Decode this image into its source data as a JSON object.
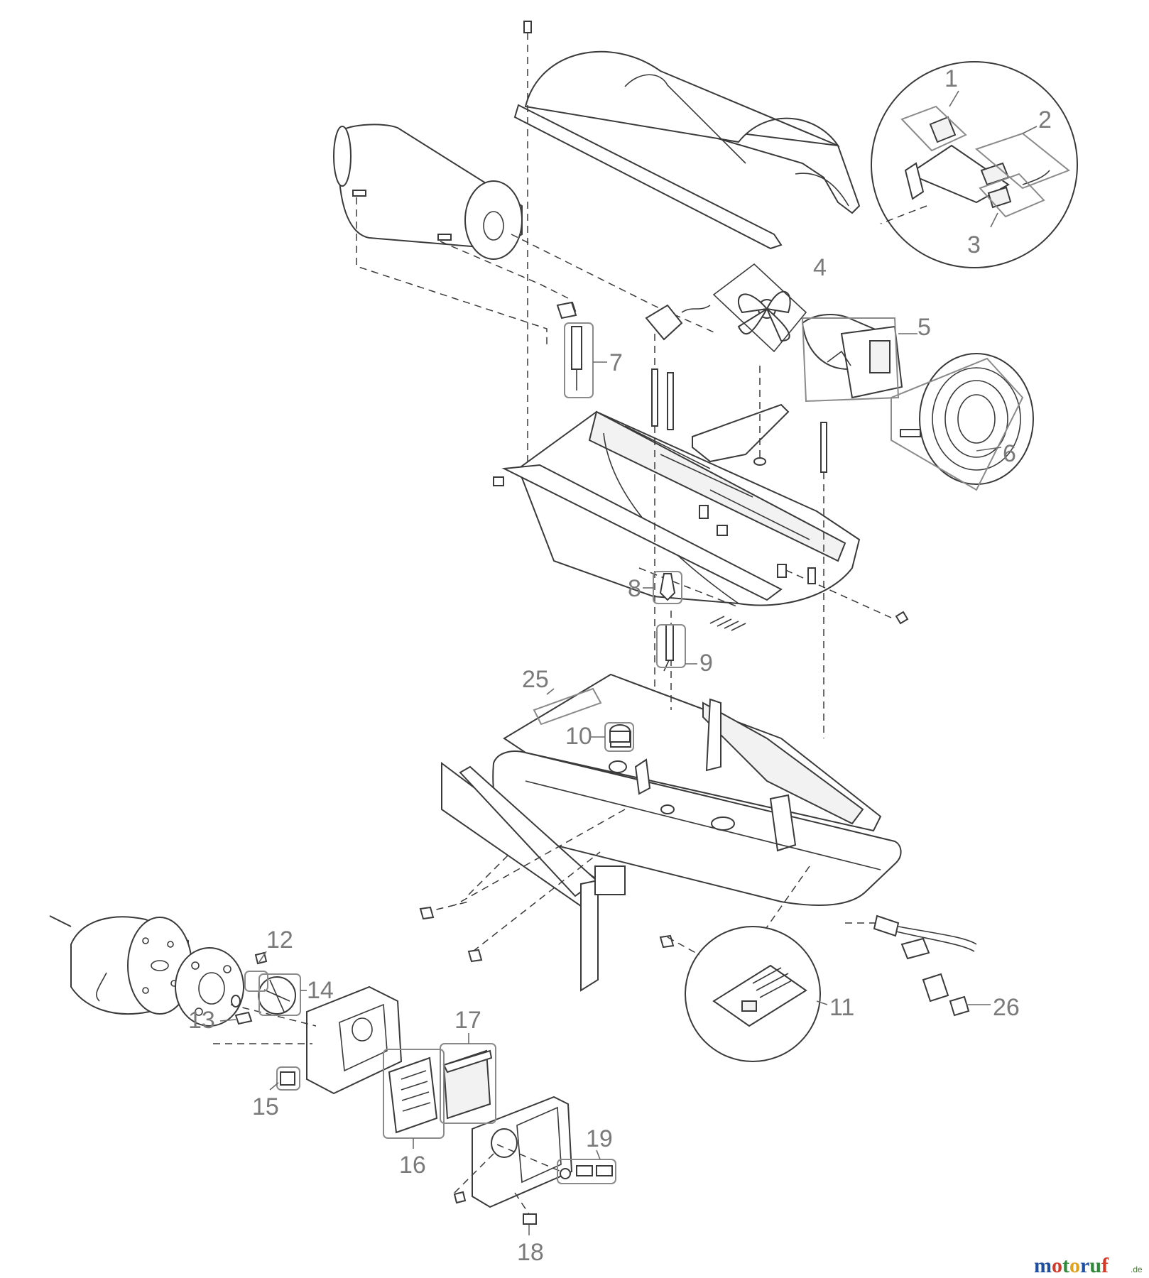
{
  "diagram": {
    "part_numbers": [
      "1",
      "2",
      "3",
      "4",
      "5",
      "6",
      "7",
      "8",
      "9",
      "10",
      "11",
      "12",
      "13",
      "14",
      "15",
      "16",
      "17",
      "18",
      "19",
      "25",
      "26"
    ],
    "accent_colors": {
      "lines": "#3a3a3a",
      "labels": "#7a7a7a"
    }
  },
  "watermark": {
    "logo": "motoruf",
    "suffix": ".de",
    "letter_colors": [
      "#1f4fa0",
      "#d23a2a",
      "#2f8a3a",
      "#e0a21a",
      "#1f4fa0",
      "#2f8a3a",
      "#d23a2a"
    ]
  }
}
